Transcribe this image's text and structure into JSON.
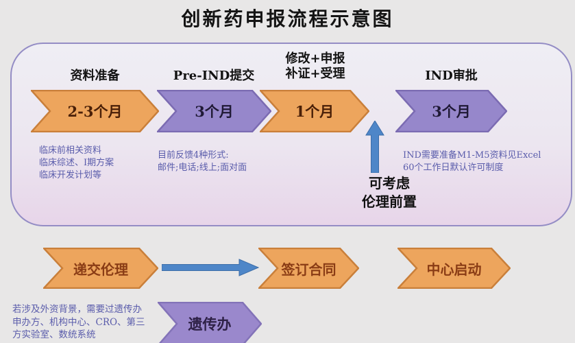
{
  "title": "创新药申报流程示意图",
  "colors": {
    "orange_fill": "#eda55d",
    "orange_border": "#c97f3a",
    "purple_fill": "#9687cb",
    "purple_border": "#7b6bb2",
    "arrow_blue": "#4e86c8",
    "note_text": "#5a5cab",
    "panel_border": "#948dc5"
  },
  "panel": {
    "steps": [
      {
        "label": "资料准备",
        "duration": "2-3个月",
        "color": "orange"
      },
      {
        "label": "Pre-IND提交",
        "duration": "3个月",
        "color": "purple"
      },
      {
        "label": "修改+申报",
        "label2": "补证+受理",
        "duration": "1个月",
        "color": "orange"
      },
      {
        "label": "IND审批",
        "duration": "3个月",
        "color": "purple"
      }
    ],
    "notes": [
      {
        "lines": [
          "临床前相关资料",
          "临床综述、I期方案",
          "临床开发计划等"
        ]
      },
      {
        "lines": [
          "目前反馈4种形式:",
          "邮件;电话;线上;面对面"
        ]
      },
      {
        "lines": [
          "IND需要准备M1-M5资料见Excel",
          "60个工作日默认许可制度"
        ]
      }
    ],
    "ethics": {
      "line1": "可考虑",
      "line2": "伦理前置"
    }
  },
  "bottom_flow": {
    "steps": [
      {
        "label": "递交伦理"
      },
      {
        "label": "签订合同"
      },
      {
        "label": "中心启动"
      }
    ]
  },
  "genetics": {
    "note_lines": [
      "若涉及外资背景，需要过遗传办",
      "申办方、机构中心、CRO、第三",
      "方实验室、数统系统"
    ],
    "label": "遗传办"
  }
}
